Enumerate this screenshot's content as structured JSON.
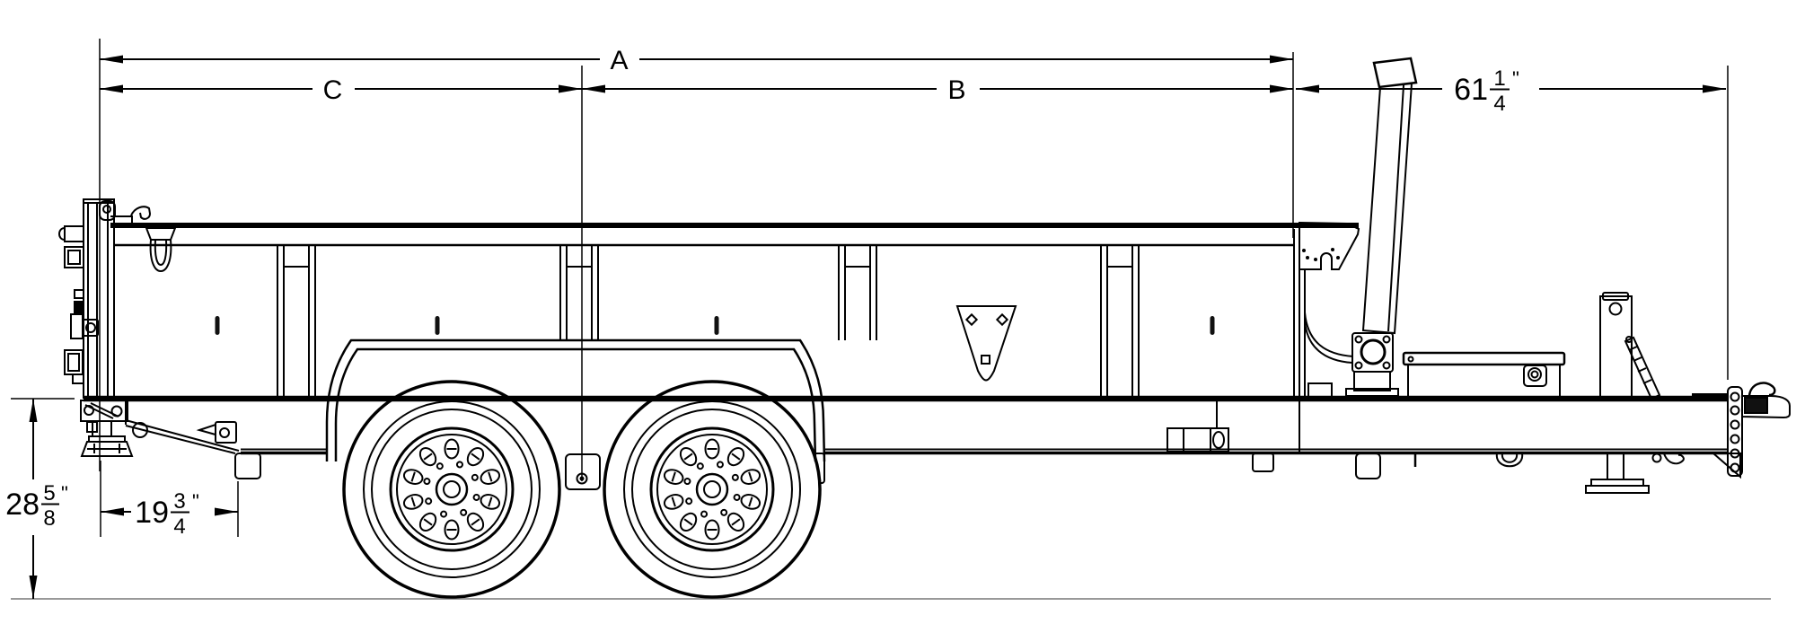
{
  "diagram": {
    "title": "dump-trailer-side-elevation",
    "dim_a": {
      "label": "A"
    },
    "dim_b": {
      "label": "B"
    },
    "dim_c": {
      "label": "C"
    },
    "dim_front_overhang": {
      "whole": "61",
      "num": "1",
      "den": "4",
      "unit": "\""
    },
    "dim_deck_height": {
      "whole": "28",
      "num": "5",
      "den": "8",
      "unit": "\""
    },
    "dim_rear_overhang": {
      "whole": "19",
      "num": "3",
      "den": "4",
      "unit": "\""
    }
  },
  "colors": {
    "line": "#000000",
    "ground": "#999999",
    "background": "#ffffff"
  }
}
